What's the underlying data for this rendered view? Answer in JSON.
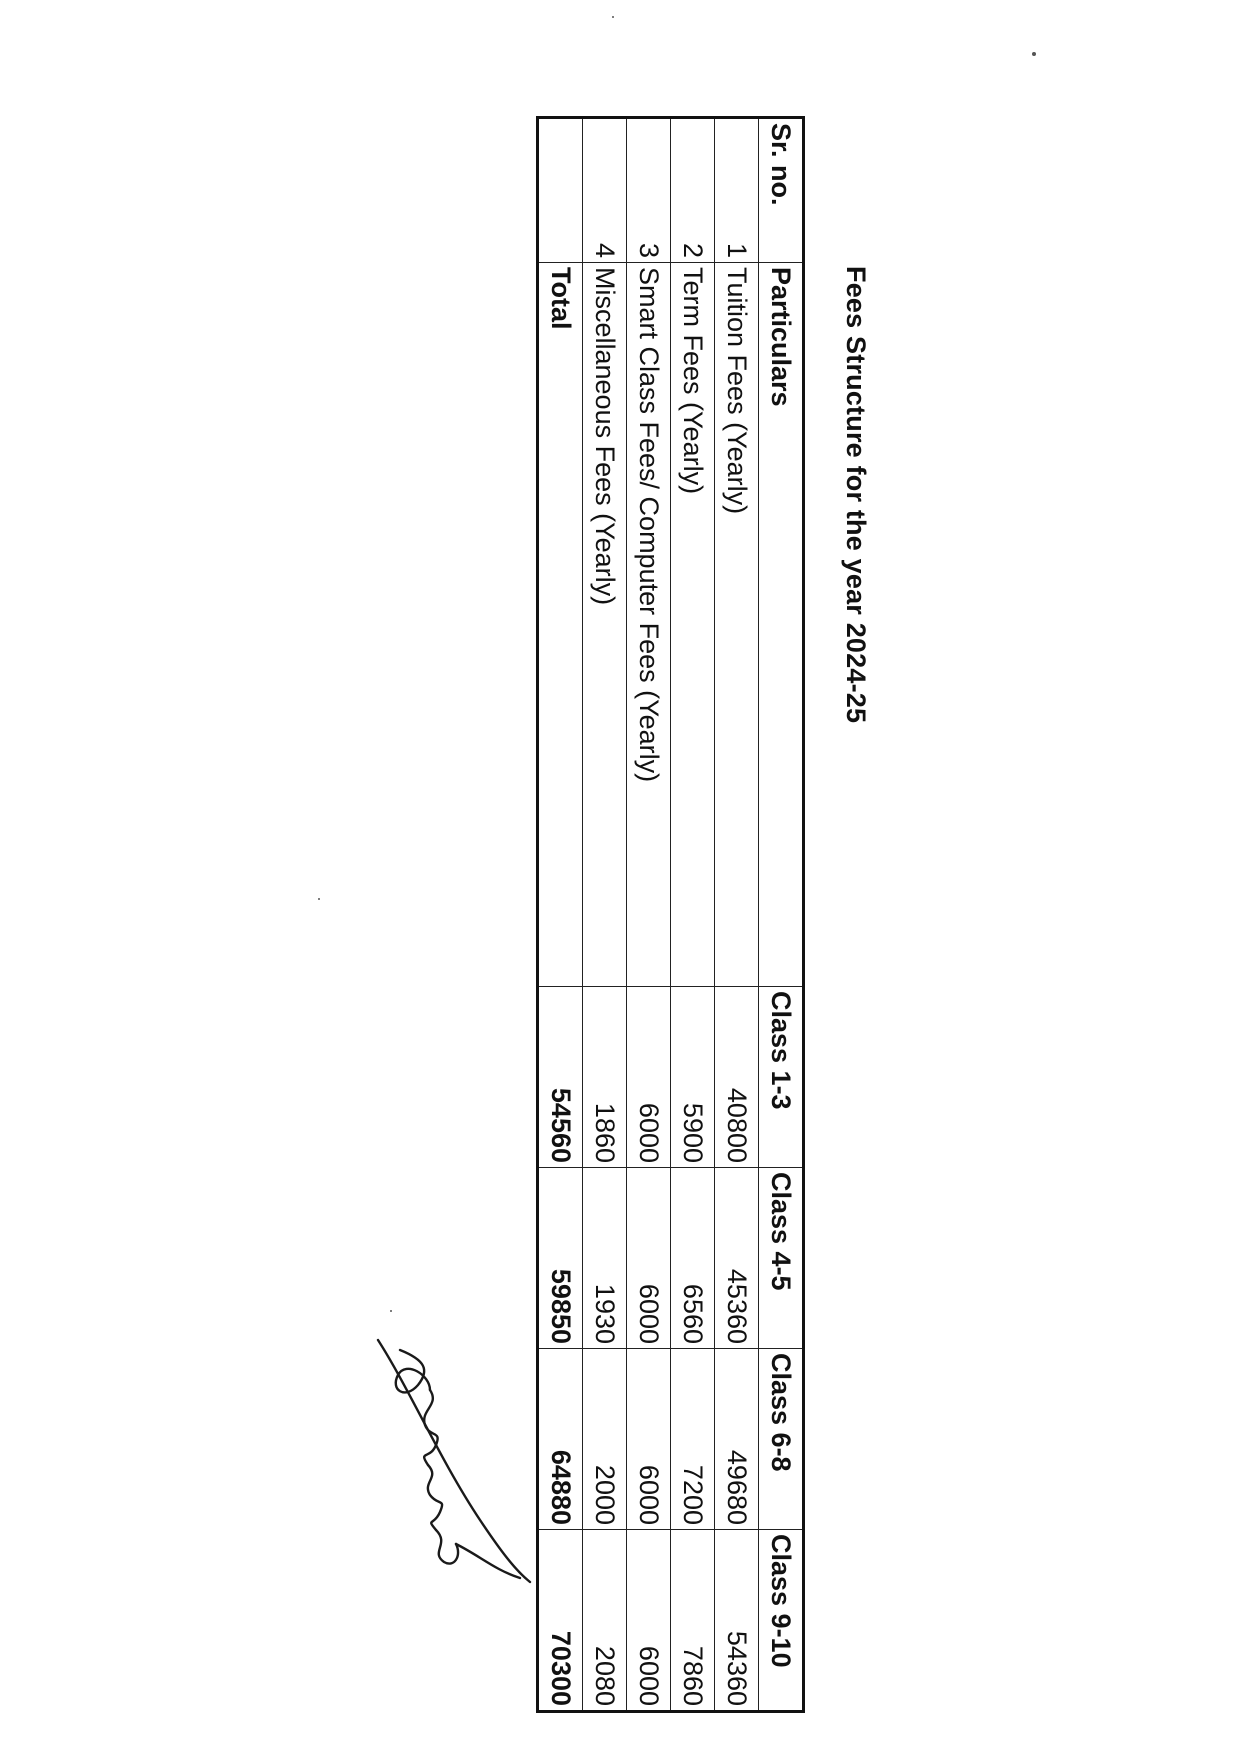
{
  "document": {
    "title": "Fees Structure for the year 2024-25",
    "table": {
      "headers": [
        "Sr. no.",
        "Particulars",
        "Class 1-3",
        "Class 4-5",
        "Class 6-8",
        "Class 9-10"
      ],
      "rows": [
        {
          "sr": "1",
          "particular": "Tuition Fees (Yearly)",
          "values": [
            "40800",
            "45360",
            "49680",
            "54360"
          ]
        },
        {
          "sr": "2",
          "particular": "Term Fees (Yearly)",
          "values": [
            "5900",
            "6560",
            "7200",
            "7860"
          ]
        },
        {
          "sr": "3",
          "particular": "Smart Class Fees/ Computer Fees (Yearly)",
          "values": [
            "6000",
            "6000",
            "6000",
            "6000"
          ]
        },
        {
          "sr": "4",
          "particular": "Miscellaneous Fees (Yearly)",
          "values": [
            "1860",
            "1930",
            "2000",
            "2080"
          ]
        }
      ],
      "total": {
        "label": "Total",
        "values": [
          "54560",
          "59850",
          "64880",
          "70300"
        ]
      }
    },
    "signature": "handwritten-signature"
  }
}
